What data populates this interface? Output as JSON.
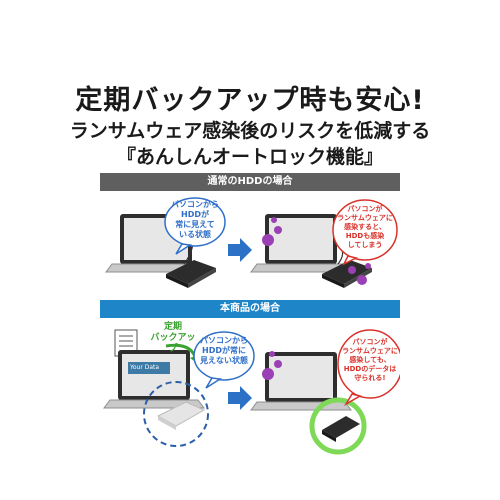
{
  "headline": {
    "line1": "定期バックアップ時も安心!",
    "line2": "ランサムウェア感染後のリスクを低減する",
    "line3": "『あんしんオートロック機能』"
  },
  "section_normal": {
    "header": "通常のHDDの場合",
    "bubble_left": [
      "パソコンから",
      "HDDが",
      "常に見えて",
      "いる状態"
    ],
    "bubble_right": [
      "パソコンが",
      "ランサムウェアに",
      "感染すると、",
      "HDDも感染",
      "してしまう"
    ]
  },
  "section_product": {
    "header": "本商品の場合",
    "backup_label": [
      "定期",
      "バックアップ"
    ],
    "screen_label": "Your Data",
    "bubble_left": [
      "パソコンから",
      "HDDが常に",
      "見えない状態"
    ],
    "bubble_right": [
      "パソコンが",
      "ランサムウェアに",
      "感染しても、",
      "HDDのデータは",
      "守られる!"
    ]
  },
  "colors": {
    "band_gray": "#5f5f5f",
    "band_blue": "#1e86c8",
    "bubble_blue": "#2f6fc9",
    "bubble_red": "#d9322b",
    "arrow_blue": "#2b72c6",
    "virus_purple": "#9b3fb5",
    "highlight_green": "#7ed957",
    "backup_green": "#3aa22f"
  }
}
